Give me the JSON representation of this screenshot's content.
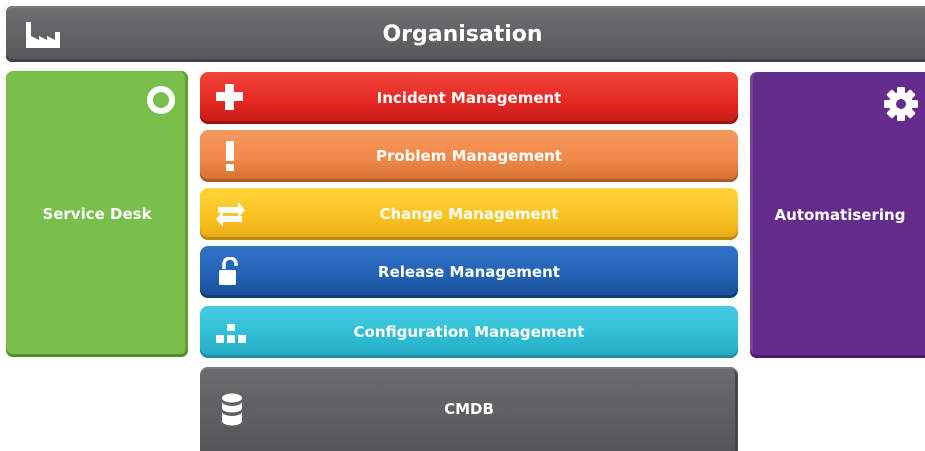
{
  "organisation": {
    "label": "Organisation",
    "icon": "factory-icon"
  },
  "service_desk": {
    "label": "Service Desk",
    "icon": "ring-icon"
  },
  "automation": {
    "label": "Automatisering",
    "icon": "gear-icon"
  },
  "processes": [
    {
      "label": "Incident Management",
      "icon": "plus-icon",
      "color": "#e52a23"
    },
    {
      "label": "Problem Management",
      "icon": "exclamation-icon",
      "color": "#f08848"
    },
    {
      "label": "Change Management",
      "icon": "arrows-icon",
      "color": "#fbc322"
    },
    {
      "label": "Release Management",
      "icon": "unlocked-padlock-icon",
      "color": "#2462b3"
    },
    {
      "label": "Configuration Management",
      "icon": "hierarchy-icon",
      "color": "#2fbfd7"
    }
  ],
  "cmdb": {
    "label": "CMDB",
    "icon": "database-icon"
  }
}
